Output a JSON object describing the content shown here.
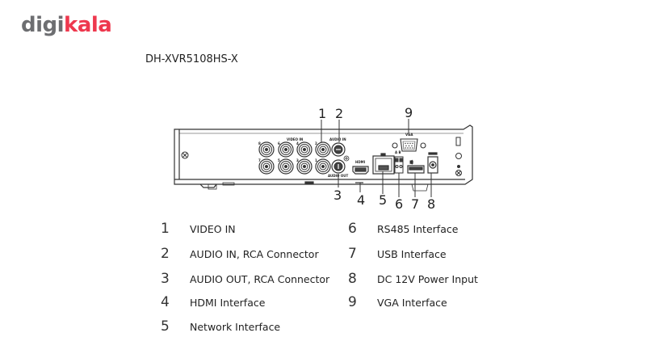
{
  "brand": {
    "logo_part1": "digi",
    "logo_part2": "kala",
    "logo_color_gray": "#6d6e71",
    "logo_color_red": "#ee384e"
  },
  "model": "DH-XVR5108HS-X",
  "panel_labels": {
    "video_in": "VIDEO IN",
    "audio_in": "AUDIO IN",
    "audio_out": "AUDIO OUT",
    "vga": "VGA",
    "rs485": "A B",
    "hdmi": "HDMI",
    "bnc_numbers": [
      "8",
      "6",
      "4",
      "2",
      "7",
      "5",
      "3",
      "1"
    ]
  },
  "callouts": [
    "1",
    "2",
    "3",
    "4",
    "5",
    "6",
    "7",
    "8",
    "9"
  ],
  "legend": [
    {
      "num": "1",
      "label": "VIDEO IN"
    },
    {
      "num": "2",
      "label": "AUDIO IN, RCA Connector"
    },
    {
      "num": "3",
      "label": "AUDIO OUT, RCA Connector"
    },
    {
      "num": "4",
      "label": "HDMI Interface"
    },
    {
      "num": "5",
      "label": "Network Interface"
    },
    {
      "num": "6",
      "label": "RS485 Interface"
    },
    {
      "num": "7",
      "label": "USB Interface"
    },
    {
      "num": "8",
      "label": "DC 12V Power Input"
    },
    {
      "num": "9",
      "label": "VGA Interface"
    }
  ]
}
